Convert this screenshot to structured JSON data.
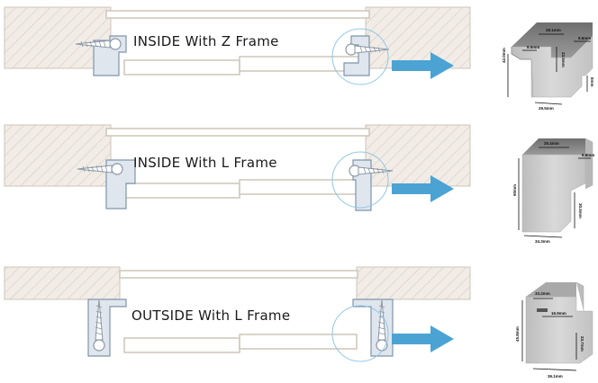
{
  "colors": {
    "wall_fill": "#f1ece6",
    "wall_hatch": "#d6cdc3",
    "wall_edge": "#cfc5b9",
    "frame_fill": "#dfe6ee",
    "frame_edge": "#7f95ac",
    "arrow": "#4ba3d3",
    "circle": "#8fc6e4",
    "profile_top": "#7d7d7d",
    "profile_face": "#cfcfcf",
    "text": "#1a1a1a"
  },
  "rows": [
    {
      "caption": "INSIDE  With  Z Frame",
      "profile": {
        "dims": [
          "28.1mm",
          "9.5mm",
          "9.5mm",
          "23.5mm",
          "42.0mm",
          "8mm",
          "29.5mm"
        ]
      }
    },
    {
      "caption": "INSIDE  With  L Frame",
      "profile": {
        "dims": [
          "25.4mm",
          "9.8mm",
          "60mm",
          "30.5mm",
          "34.3mm"
        ]
      }
    },
    {
      "caption": "OUTSIDE  With  L Frame",
      "profile": {
        "dims": [
          "33.2mm",
          "16.9mm",
          "45.8mm",
          "23.7mm",
          "36.1mm"
        ]
      }
    }
  ]
}
